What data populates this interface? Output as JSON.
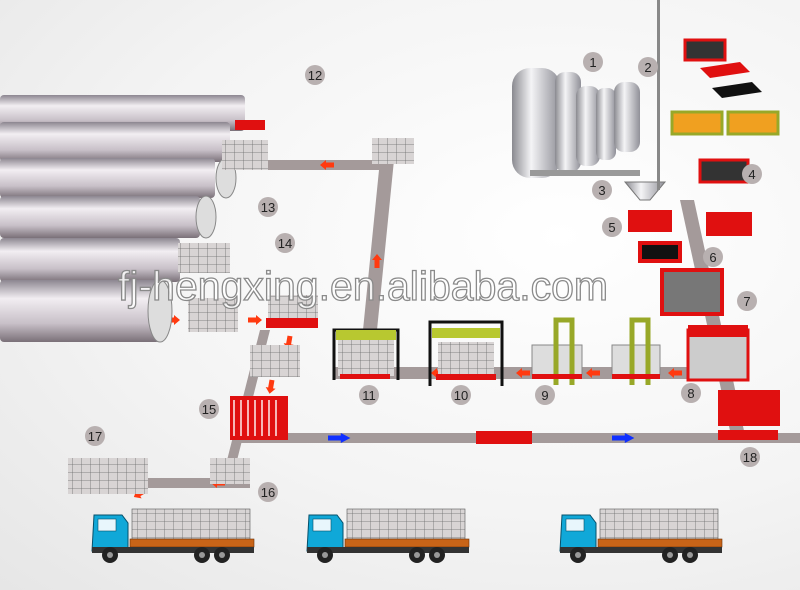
{
  "watermark": "fj-hengxing.en.alibaba.com",
  "step_labels": [
    "1",
    "2",
    "3",
    "4",
    "5",
    "6",
    "7",
    "8",
    "9",
    "10",
    "11",
    "12",
    "13",
    "14",
    "15",
    "16",
    "17",
    "18"
  ],
  "colors": {
    "machine_red": "#e01010",
    "conveyor_grey": "#a49a9a",
    "flow_arrow_red": "#ff3a10",
    "flow_arrow_blue": "#1030ff",
    "truck_cab": "#10a8d8",
    "truck_bed": "#c86418",
    "crane_yellow": "#b8c830"
  }
}
